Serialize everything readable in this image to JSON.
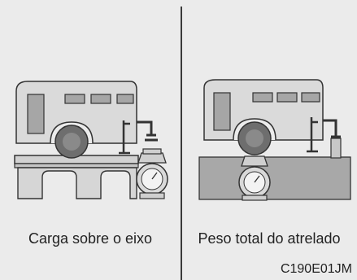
{
  "figure": {
    "left": {
      "caption": "Carga sobre o eixo"
    },
    "right": {
      "caption": "Peso total do atrelado"
    },
    "code": "C190E01JM",
    "colors": {
      "background": "#ebebeb",
      "trailer_body": "#d9d9d9",
      "window": "#a6a6a6",
      "outline": "#333333",
      "tire": "#6e6e6e",
      "ground": "#a8a8a8",
      "pillar": "#d2d2d2"
    }
  }
}
